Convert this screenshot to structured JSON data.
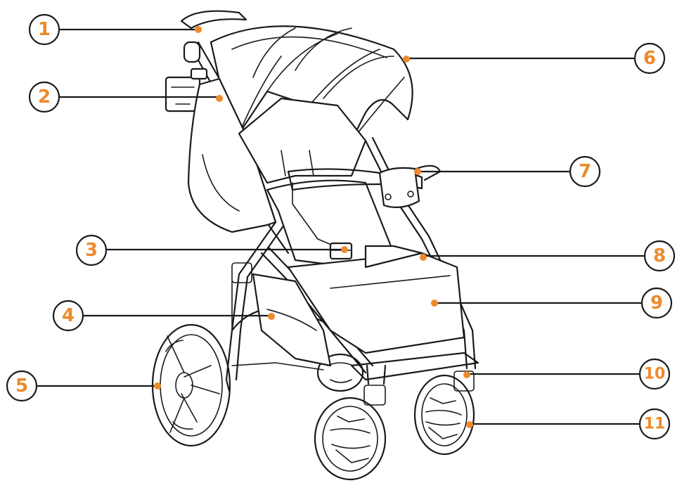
{
  "colors": {
    "accent": "#ee8a2c",
    "outline": "#1a1a1a",
    "background": "#ffffff"
  },
  "callouts": [
    {
      "label": "1"
    },
    {
      "label": "2"
    },
    {
      "label": "3"
    },
    {
      "label": "4"
    },
    {
      "label": "5"
    },
    {
      "label": "6"
    },
    {
      "label": "7"
    },
    {
      "label": "8"
    },
    {
      "label": "9"
    },
    {
      "label": "10"
    },
    {
      "label": "11"
    }
  ]
}
